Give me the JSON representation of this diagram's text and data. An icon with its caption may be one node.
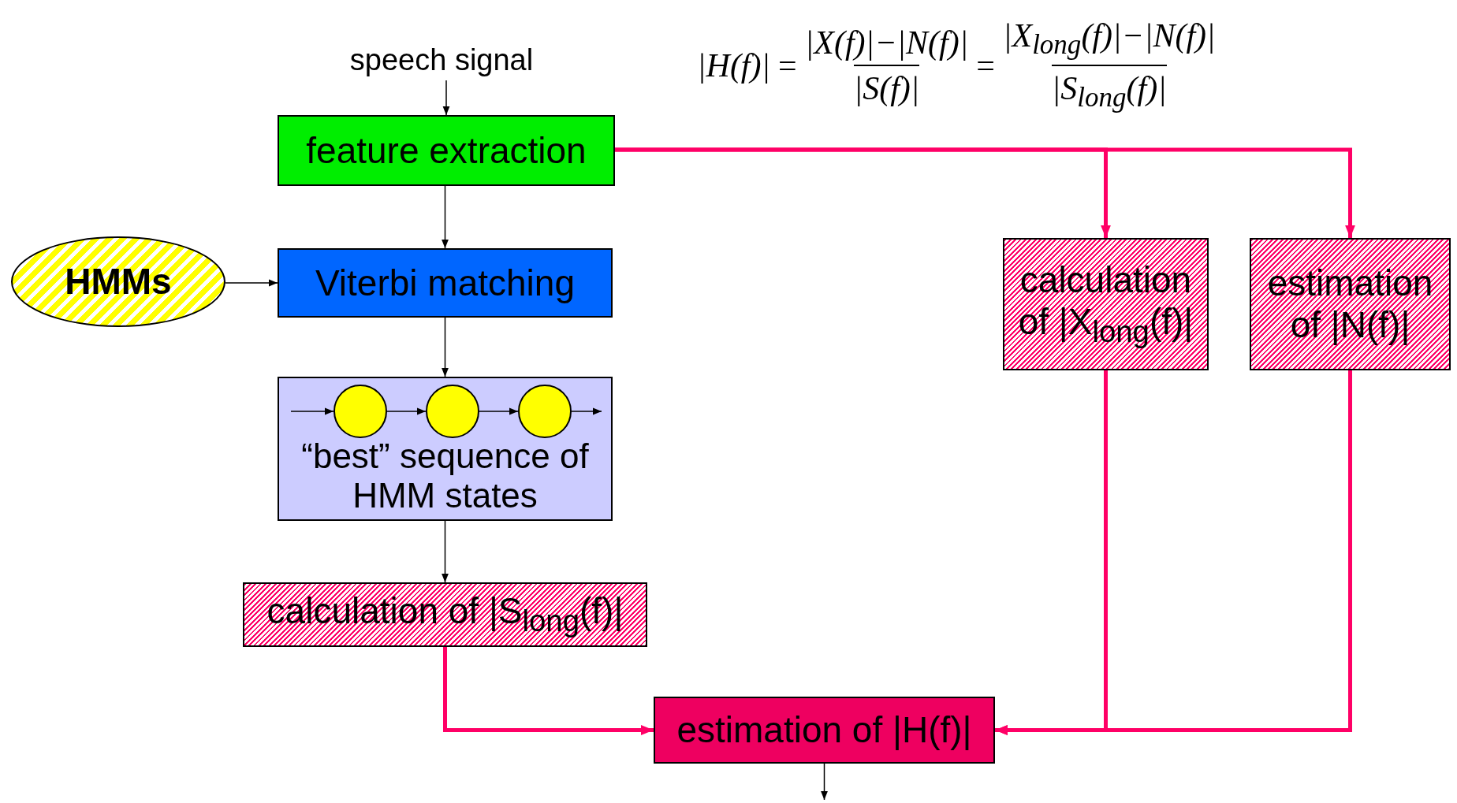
{
  "diagram": {
    "nodes": [
      {
        "text": [
          "speech signal"
        ]
      },
      {
        "text": [
          "feature extraction"
        ]
      },
      {
        "text": [
          "HMMs"
        ]
      },
      {
        "text": [
          "Viterbi matching"
        ]
      },
      {
        "text": [
          "“best” sequence of HMM states"
        ]
      },
      {
        "text": [],
        "shape": "circle",
        "in": 4
      },
      {
        "text": [],
        "shape": "circle",
        "in": 4
      },
      {
        "text": [],
        "shape": "circle",
        "in": 4
      },
      {
        "text": [
          "calculation of |S$_{long}$(f)|"
        ]
      },
      {
        "text": [
          "calculation of |X$_{long}$(f)|"
        ]
      },
      {
        "text": [
          "estimation of |N(f)|"
        ]
      },
      {
        "text": [
          "estimation of |H(f)|"
        ]
      }
    ],
    "edges": [
      {
        "from": 0,
        "to": 1,
        "arrow": "to"
      },
      {
        "from": 1,
        "to": 3,
        "arrow": "to"
      },
      {
        "from": 2,
        "to": 3,
        "arrow": "to"
      },
      {
        "from": 3,
        "to": 4,
        "arrow": "to"
      },
      {
        "from": 4,
        "to": 8,
        "arrow": "to"
      },
      {
        "from": null,
        "to": 5,
        "arrow": "to"
      },
      {
        "from": 5,
        "to": 6,
        "arrow": "to"
      },
      {
        "from": 6,
        "to": 7,
        "arrow": "to"
      },
      {
        "from": 7,
        "to": null,
        "arrow": "to"
      },
      {
        "from": 1,
        "to": 9,
        "arrow": "to",
        "style": "thick",
        "color": "#ff0066"
      },
      {
        "from": 1,
        "to": 10,
        "arrow": "to",
        "style": "thick",
        "color": "#ff0066"
      },
      {
        "from": 8,
        "to": 11,
        "arrow": "to",
        "style": "thick",
        "color": "#ff0066"
      },
      {
        "from": 9,
        "to": 11,
        "arrow": "to",
        "style": "thick",
        "color": "#ff0066"
      },
      {
        "from": 10,
        "to": 11,
        "arrow": "to",
        "style": "thick",
        "color": "#ff0066"
      },
      {
        "from": 11,
        "to": null,
        "arrow": "to"
      }
    ],
    "labels": [
      "|H(f)|",
      "=",
      "|X(f)|−|N(f)|",
      "|S(f)|",
      "=",
      "|X$_{long}$(f)|−|N(f)|",
      "|S$_{long}$(f)|"
    ]
  }
}
